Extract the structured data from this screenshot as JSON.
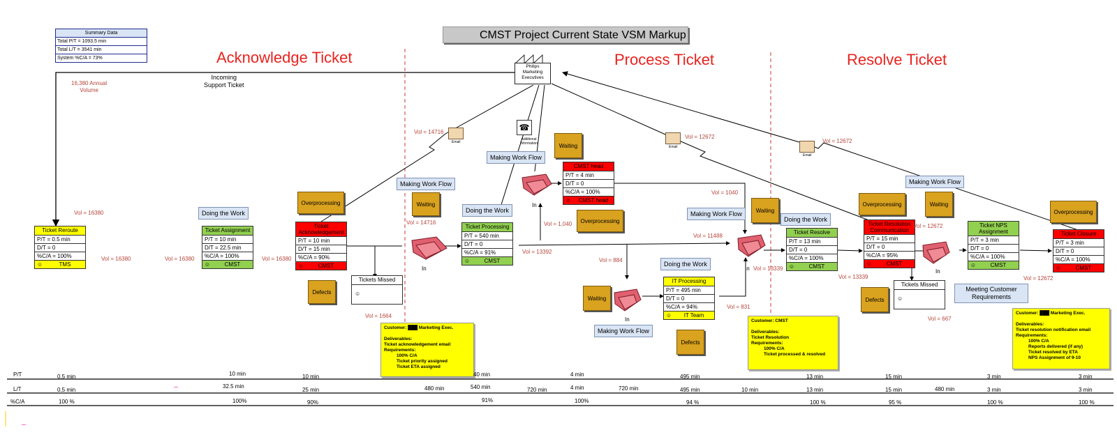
{
  "title": "CMST Project Current State VSM Markup",
  "summary": {
    "header": "Summary Data",
    "rows": [
      "Total P/T = 1093.5 min",
      "Total L/T = 3541 min",
      "System %C/A = 73%"
    ]
  },
  "sections": [
    "Acknowledge Ticket",
    "Process Ticket",
    "Resolve Ticket"
  ],
  "customer": {
    "lines": [
      "Philips",
      "Marketing",
      "Executives"
    ]
  },
  "incoming": {
    "label": "Incoming\nSupport Ticket",
    "annual": "16,380 Annual\nVolume"
  },
  "additional_info": "Additional\nInformation",
  "email_label": "Email",
  "in_label": "In",
  "processes": [
    {
      "id": "reroute",
      "name": "Ticket Reroute",
      "pt": "P/T = 0.5 min",
      "dt": "D/T = 0",
      "ca": "%C/A = 100%",
      "op": "TMS"
    },
    {
      "id": "assign",
      "name": "Ticket Assignment",
      "pt": "P/T = 10 min",
      "dt": "D/T = 22.5 min",
      "ca": "%C/A = 100%",
      "op": "CMST"
    },
    {
      "id": "ack",
      "name": "Ticket Acknowledgement",
      "pt": "P/T = 10 min",
      "dt": "D/T = 15 min",
      "ca": "%C/A = 90%",
      "op": "CMST"
    },
    {
      "id": "proc",
      "name": "Ticket Processing",
      "pt": "P/T = 540 min",
      "dt": "D/T = 0",
      "ca": "%C/A = 91%",
      "op": "CMST"
    },
    {
      "id": "head",
      "name": "CMST head",
      "pt": "P/T = 4 min",
      "dt": "D/T = 0",
      "ca": "%C/A = 100%",
      "op": "CMST head"
    },
    {
      "id": "it",
      "name": "IT Processing",
      "pt": "P/T = 495 min",
      "dt": "D/T = 0",
      "ca": "%C/A = 94%",
      "op": "IT Team"
    },
    {
      "id": "resolve",
      "name": "Ticket Resolve",
      "pt": "P/T = 13 min",
      "dt": "D/T = 0",
      "ca": "%C/A = 100%",
      "op": "CMST"
    },
    {
      "id": "rescomm",
      "name": "Ticket Resolution Communication",
      "pt": "P/T = 15 min",
      "dt": "D/T = 0",
      "ca": "%C/A = 95%",
      "op": "CMST"
    },
    {
      "id": "nps",
      "name": "Ticket NPS Assignment",
      "pt": "P/T = 3 min",
      "dt": "D/T = 0",
      "ca": "%C/A = 100%",
      "op": "CMST"
    },
    {
      "id": "closure",
      "name": "Ticket Closure",
      "pt": "P/T = 3 min",
      "dt": "D/T = 0",
      "ca": "%C/A = 100%",
      "op": "CMST"
    }
  ],
  "kaizen": {
    "doing_work": "Doing the Work",
    "making_flow": "Making Work Flow",
    "meeting_req": "Meeting Customer Requirements"
  },
  "waste": {
    "overprocessing": "Overprocessing",
    "waiting": "Waiting",
    "defects": "Defects"
  },
  "tickets_missed": "Tickets Missed",
  "volumes": {
    "v16380_top": "Vol = 16380",
    "v16380_a": "Vol =  16380",
    "v16380_b": "Vol = 16380",
    "v16380_c": "Vol = 16380",
    "v1664": "Vol = 1664",
    "v14716_a": "Vol = 14716",
    "v14716_b": "Vol = 14716",
    "v1040_a": "Vol = 1,040",
    "v13392": "Vol = 13392",
    "v1040_b": "Vol = 1040",
    "v11488": "Vol = 11488",
    "v884": "Vol = 884",
    "v831": "Vol = 831",
    "v12672_a": "Vol = 12672",
    "v12672_b": "Vol = 12672",
    "v13339_a": "Vol = 13339",
    "v13339_b": "Vol = 13339",
    "v12672_c": "Vol = 12672",
    "v667": "Vol = 667",
    "v12672_d": "Vol = 12672"
  },
  "notes": [
    "Customer: ███ Marketing Exec.\n\nDeliverables:\nTicket acknowledgement email\nRequirements:\n          100% C/A\n          Ticket priority assigned\n          Ticket ETA assigned",
    "Customer: CMST\n\nDeliverables:\nTicket Resolution\nRequirements:\n          100% C/A\n          Ticket processed & resolved",
    "Customer: ███ Marketing Exec.\n\nDeliverables:\nTicket resolution notification email\nRequirements:\n          100% C/A\n          Reports delivered (if any)\n          Ticket resolved by ETA\n          NPS Assignment of 9-10"
  ],
  "timeline": {
    "row_labels": [
      "P/T",
      "L/T",
      "%C/A"
    ],
    "pt": [
      "0.5  min",
      "10 min",
      "10 min",
      "40  min",
      "4  min",
      "495 min",
      "13 min",
      "15 min",
      "3 min",
      "3 min"
    ],
    "lt": [
      "0.5  min",
      "32.5 min",
      "25 min",
      "480 min",
      "540  min",
      "720 min",
      "4  min",
      "720 min",
      "495 min",
      "10 min",
      "13 min",
      "15 min",
      "480 min",
      "3 min",
      "3 min"
    ],
    "ca": [
      "100  %",
      "100%",
      "90%",
      "91%",
      "100%",
      "94 %",
      "100 %",
      "95 %",
      "100 %",
      "100 %"
    ]
  }
}
